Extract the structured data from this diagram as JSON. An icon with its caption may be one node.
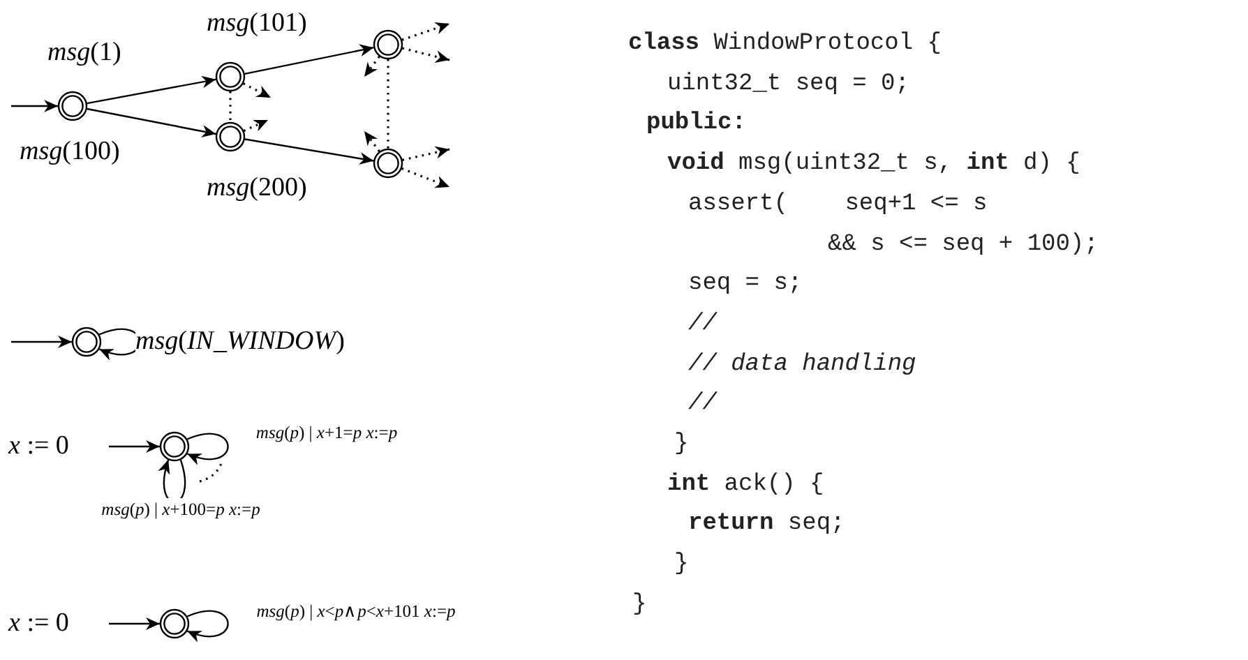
{
  "diagram": {
    "nodes": [
      {
        "text": [],
        "shape": "circle"
      },
      {
        "text": [],
        "shape": "circle"
      },
      {
        "text": [],
        "shape": "circle"
      },
      {
        "text": [],
        "shape": "circle"
      },
      {
        "text": [],
        "shape": "circle"
      },
      {
        "text": [],
        "shape": "circle"
      },
      {
        "text": [
          "*x* := 0"
        ]
      },
      {
        "text": [],
        "shape": "circle"
      },
      {
        "text": [
          "*x* := 0"
        ]
      },
      {
        "text": [],
        "shape": "circle"
      }
    ],
    "edges": [
      {
        "from": null,
        "to": 0,
        "arrow": "to"
      },
      {
        "from": 0,
        "to": 1,
        "arrow": "to",
        "label": "*msg*(1)"
      },
      {
        "from": 0,
        "to": 2,
        "arrow": "to",
        "label": "*msg*(100)"
      },
      {
        "from": 1,
        "to": 3,
        "arrow": "to",
        "label": "*msg*(101)"
      },
      {
        "from": 2,
        "to": 4,
        "arrow": "to",
        "label": "*msg*(200)"
      },
      {
        "from": 1,
        "to": 2,
        "arrow": "none",
        "style": "dashed"
      },
      {
        "from": 3,
        "to": 4,
        "arrow": "none",
        "style": "dashed"
      },
      {
        "from": 1,
        "to": null,
        "arrow": "to",
        "style": "dashed"
      },
      {
        "from": 2,
        "to": null,
        "arrow": "to",
        "style": "dashed"
      },
      {
        "from": 3,
        "to": null,
        "arrow": "to",
        "style": "dashed"
      },
      {
        "from": 3,
        "to": null,
        "arrow": "to",
        "style": "dashed"
      },
      {
        "from": 3,
        "to": null,
        "arrow": "to",
        "style": "dashed"
      },
      {
        "from": 4,
        "to": null,
        "arrow": "to",
        "style": "dashed"
      },
      {
        "from": 4,
        "to": null,
        "arrow": "to",
        "style": "dashed"
      },
      {
        "from": 4,
        "to": null,
        "arrow": "to",
        "style": "dashed"
      },
      {
        "from": null,
        "to": 5,
        "arrow": "to"
      },
      {
        "from": 5,
        "to": 5,
        "arrow": "to",
        "label": "*msg*(*IN_WINDOW*)"
      },
      {
        "from": 6,
        "to": 7,
        "arrow": "to"
      },
      {
        "from": 7,
        "to": 7,
        "arrow": "to",
        "label": "*msg*(*p*) | *x*+1=*p* *x*:=*p*"
      },
      {
        "from": 7,
        "to": 7,
        "arrow": "to",
        "label": "*msg*(*p*) | *x*+100=*p* *x*:=*p*"
      },
      {
        "from": 8,
        "to": 9,
        "arrow": "to"
      },
      {
        "from": 9,
        "to": 9,
        "arrow": "to",
        "label": "*msg*(*p*) | *x*<*p*∧*p*<*x*+101 *x*:=*p*"
      }
    ],
    "labels": [
      "**class** WindowProtocol {",
      "uint32_t seq = 0;",
      "public:",
      "**void** msg(uint32_t s, **int** d) {",
      "assert(    seq+1 <= s",
      "&& s <= seq + 100);",
      "seq = s;",
      "//",
      "// data handling",
      "//",
      "}",
      "**int** ack() {",
      "**return** seq;",
      "}",
      "}"
    ]
  }
}
